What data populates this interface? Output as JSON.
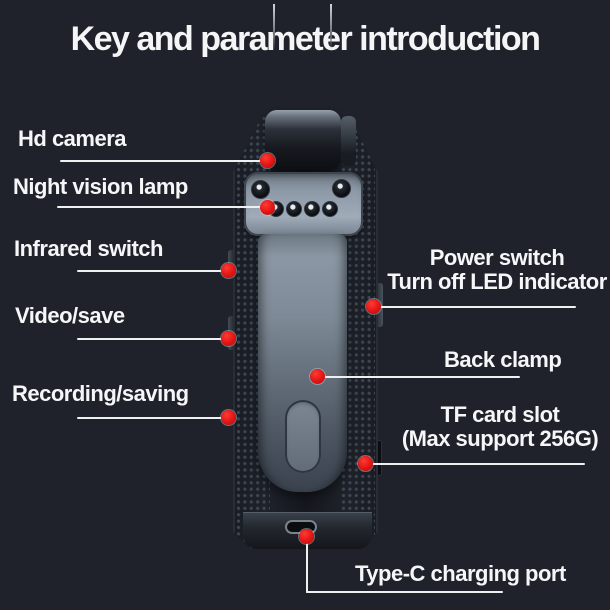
{
  "title": "Key and parameter introduction",
  "callouts": {
    "hd_camera": {
      "label": "Hd camera"
    },
    "night_vision_lamp": {
      "label": "Night vision lamp"
    },
    "infrared_switch": {
      "label": "Infrared switch"
    },
    "video_save": {
      "label": "Video/save"
    },
    "recording_saving": {
      "label": "Recording/saving"
    },
    "power_switch": {
      "line1": "Power switch",
      "line2": "Turn off LED indicator"
    },
    "back_clamp": {
      "label": "Back clamp"
    },
    "tf_card_slot": {
      "line1": "TF card slot",
      "line2": "(Max support 256G)"
    },
    "type_c_port": {
      "label": "Type-C charging port"
    }
  },
  "colors": {
    "background": "#1f222a",
    "label_text": "#f5f6f8",
    "lead_line": "#eef0f2",
    "marker_red": "#e01616"
  }
}
